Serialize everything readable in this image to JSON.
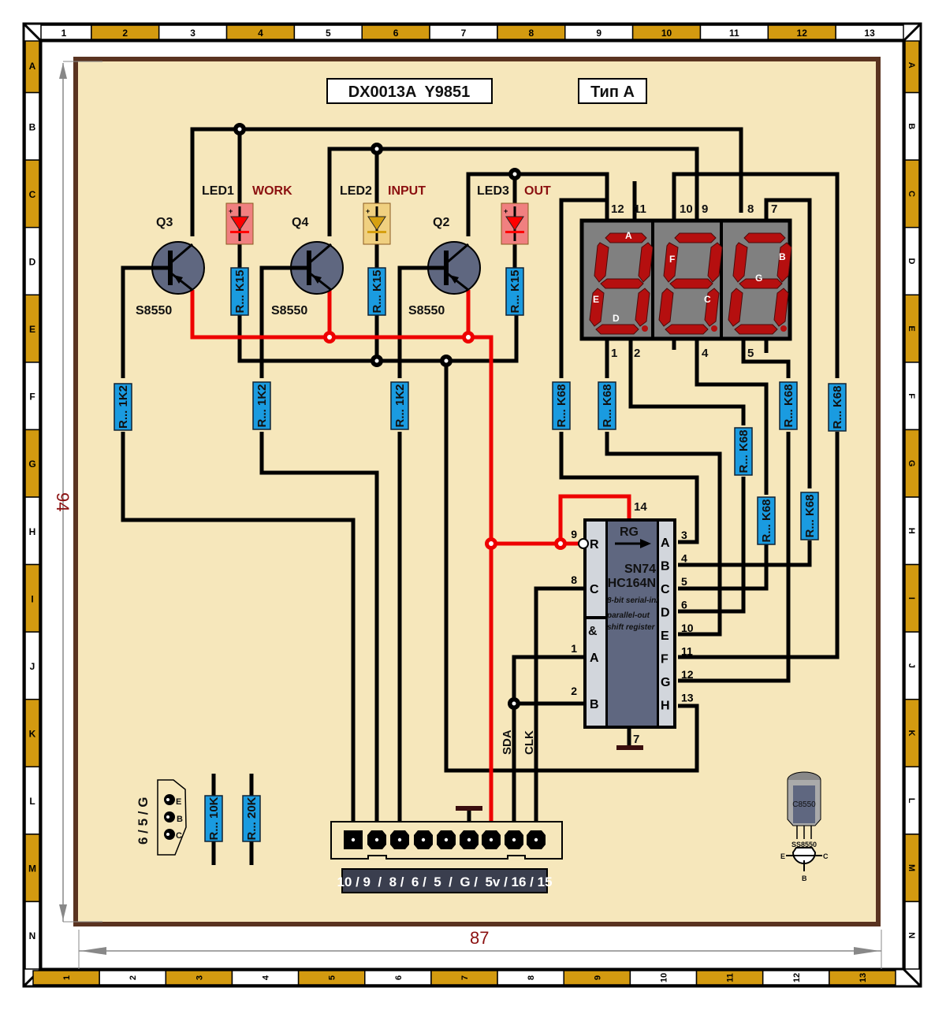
{
  "colors": {
    "board": "#f6e7bb",
    "board_border": "#5a3320",
    "frame_gold": "#d39a10",
    "wire": "#000000",
    "power_wire": "#e80000",
    "resistor": "#1a9be0",
    "transistor": "#5f6780",
    "segment_on": "#b50f0f",
    "display_body": "#808080",
    "chip_body": "#5f6780",
    "chip_side": "#d2d6dc",
    "dimension_text": "#8b1010"
  },
  "frame": {
    "top_columns": [
      "1",
      "2",
      "3",
      "4",
      "5",
      "6",
      "7",
      "8",
      "9",
      "10",
      "11",
      "12",
      "13"
    ],
    "bottom_columns": [
      "1",
      "2",
      "3",
      "4",
      "5",
      "6",
      "7",
      "8",
      "9",
      "10",
      "11",
      "12",
      "13"
    ],
    "left_rows": [
      "A",
      "B",
      "C",
      "D",
      "E",
      "F",
      "G",
      "H",
      "I",
      "J",
      "K",
      "L",
      "M",
      "N"
    ],
    "right_rows": [
      "A",
      "B",
      "C",
      "D",
      "E",
      "F",
      "G",
      "H",
      "I",
      "J",
      "K",
      "L",
      "M",
      "N"
    ]
  },
  "dimensions": {
    "width": "87",
    "height": "94"
  },
  "title_box": "DX0013A  Y9851",
  "type_box": "Тип А",
  "transistors": [
    {
      "ref": "Q3",
      "part": "S8550"
    },
    {
      "ref": "Q4",
      "part": "S8550"
    },
    {
      "ref": "Q2",
      "part": "S8550"
    }
  ],
  "leds": [
    {
      "ref": "LED1",
      "name": "WORK",
      "color": "#f08080",
      "body": "#ff0000"
    },
    {
      "ref": "LED2",
      "name": "INPUT",
      "color": "#f0d080",
      "body": "#d6a010"
    },
    {
      "ref": "LED3",
      "name": "OUT",
      "color": "#f08080",
      "body": "#ff0000"
    }
  ],
  "resistors": {
    "led": [
      "R... K15",
      "R... K15",
      "R... K15"
    ],
    "base": [
      "R... 1K2",
      "R... 1K2",
      "R... 1K2"
    ],
    "segment": [
      "R... K68",
      "R... K68",
      "R... K68",
      "R... K68",
      "R... K68",
      "R... K68",
      "R... K68"
    ],
    "spare": [
      "R... 10K",
      "R... 20K"
    ]
  },
  "display": {
    "top_pins": [
      "12",
      "11",
      "10",
      "9",
      "8",
      "7"
    ],
    "bottom_pins": [
      "1",
      "2",
      "4",
      "5"
    ],
    "segment_labels": {
      "A": "A",
      "B": "B",
      "C": "C",
      "D": "D",
      "E": "E",
      "F": "F",
      "G": "G"
    }
  },
  "chip": {
    "name_line1": "SN74",
    "name_line2": "HC164N",
    "desc": [
      "8-bit serial-in/",
      "parallel-out",
      "shift register"
    ],
    "function": "RG",
    "gate": "&",
    "left_pins": [
      {
        "name": "R",
        "num": "9"
      },
      {
        "name": "C",
        "num": "8"
      },
      {
        "name": "A",
        "num": "1"
      },
      {
        "name": "B",
        "num": "2"
      }
    ],
    "right_pins": [
      {
        "name": "A",
        "num": "3"
      },
      {
        "name": "B",
        "num": "4"
      },
      {
        "name": "C",
        "num": "5"
      },
      {
        "name": "D",
        "num": "6"
      },
      {
        "name": "E",
        "num": "10"
      },
      {
        "name": "F",
        "num": "11"
      },
      {
        "name": "G",
        "num": "12"
      },
      {
        "name": "H",
        "num": "13"
      }
    ],
    "vcc_pin": "14",
    "gnd_pin": "7"
  },
  "signals": {
    "sda": "SDA",
    "clk": "CLK"
  },
  "connector_label": "10 / 9  /  8 /  6 /  5  /  G /  5v / 16 / 15",
  "pinout": {
    "label": "6 / 5 / G",
    "pins": [
      "E",
      "B",
      "C"
    ]
  },
  "package": {
    "marking": "C8550",
    "name": "SS8550",
    "pins": [
      "E",
      "B",
      "C"
    ]
  }
}
